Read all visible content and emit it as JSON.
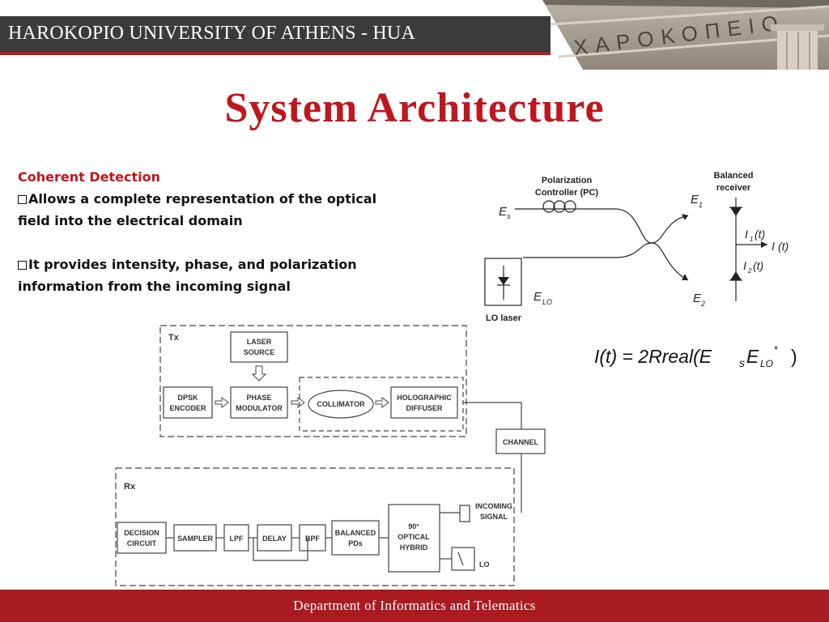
{
  "header": {
    "university": "HAROKOPIO UNIVERSITY OF ATHENS - HUA",
    "photo_inscription": "ΧΑΡΟΚΟΠΕΙΟ"
  },
  "slide": {
    "title": "System Architecture",
    "heading": "Coherent Detection",
    "bullets": [
      "Allows a complete representation of the optical field into the electrical domain",
      "It provides intensity, phase, and polarization information from the incoming signal"
    ]
  },
  "coherent_diagram": {
    "pc_label_1": "Polarization",
    "pc_label_2": "Controller (PC)",
    "br_label_1": "Balanced",
    "br_label_2": "receiver",
    "es": "E",
    "es_sub": "s",
    "elo": "E",
    "elo_sub": "LO",
    "e1": "E",
    "e1_sub": "1",
    "e2": "E",
    "e2_sub": "2",
    "i1": "I",
    "i1_sub": "1",
    "i1_arg": "(t)",
    "i2": "I",
    "i2_sub": "2",
    "i2_arg": "(t)",
    "it": "I",
    "it_arg": "(t)",
    "lo_laser": "LO laser"
  },
  "formula": {
    "lhs": "I(t) = 2Rreal(E",
    "s": "s",
    "e": "E",
    "lo": "LO",
    "star": "*",
    "end": ")"
  },
  "block_diagram": {
    "tx": "Tx",
    "rx": "Rx",
    "laser_1": "LASER",
    "laser_2": "SOURCE",
    "dpsk_1": "DPSK",
    "dpsk_2": "ENCODER",
    "phase_1": "PHASE",
    "phase_2": "MODULATOR",
    "collimator": "COLLIMATOR",
    "holo_1": "HOLOGRAPHIC",
    "holo_2": "DIFFUSER",
    "channel": "CHANNEL",
    "incoming_1": "INCOMING",
    "incoming_2": "SIGNAL",
    "decision_1": "DECISION",
    "decision_2": "CIRCUIT",
    "sampler": "SAMPLER",
    "lpf": "LPF",
    "delay": "DELAY",
    "bpf": "BPF",
    "balanced_1": "BALANCED",
    "balanced_2": "PDs",
    "hybrid_1": "90°",
    "hybrid_2": "OPTICAL",
    "hybrid_3": "HYBRID",
    "lo": "LO"
  },
  "footer": {
    "text": "Department of Informatics and Telematics"
  },
  "colors": {
    "title_red": "#c0161d",
    "footer_red": "#a91b21",
    "header_gray": "#3b3b3b"
  }
}
